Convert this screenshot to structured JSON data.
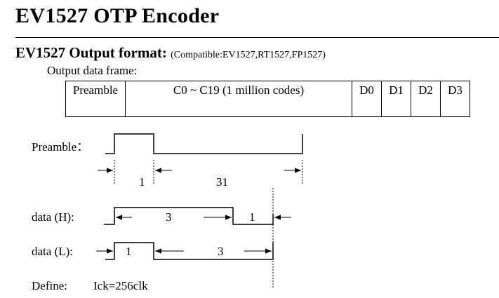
{
  "title": "EV1527 OTP Encoder",
  "section": {
    "heading": "EV1527 Output format:",
    "note": "(Compatible:EV1527,RT1527,FP1527)"
  },
  "frame": {
    "label": "Output data frame:",
    "cells": [
      "Preamble",
      "C0 ~ C19 (1 million codes)",
      "D0",
      "D1",
      "D2",
      "D3"
    ]
  },
  "signals": {
    "preamble": {
      "label": "Preamble：",
      "high": "1",
      "low": "31"
    },
    "data_h": {
      "label": "data (H):",
      "high": "3",
      "low": "1"
    },
    "data_l": {
      "label": "data (L):",
      "high": "1",
      "low": "3"
    }
  },
  "define": {
    "label": "Define:",
    "value": "Ick=256clk"
  }
}
